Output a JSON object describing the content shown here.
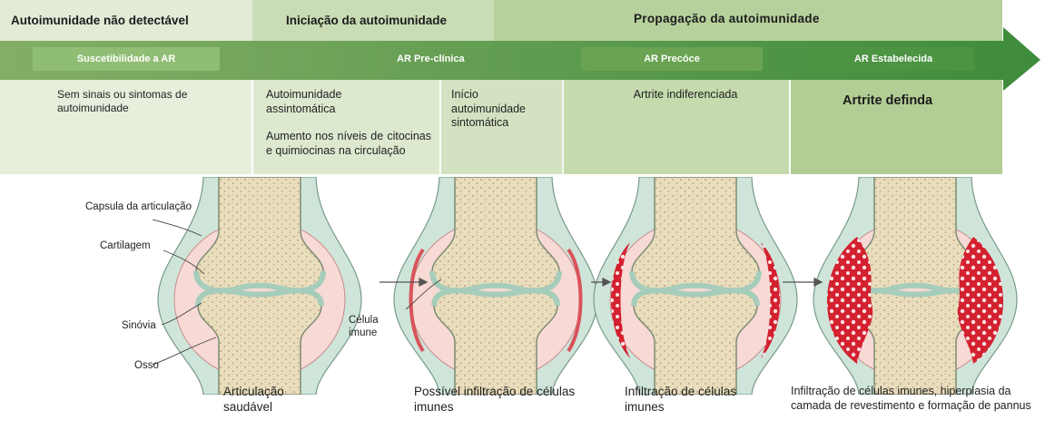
{
  "phases": {
    "undetectable": "Autoimunidade não detectável",
    "initiation": "Iniciação da autoimunidade",
    "propagation": "Propagação da autoimunidade"
  },
  "stages": {
    "susceptibility": "Suscetibilidade a AR",
    "preclinical": "AR Pre-clínica",
    "early": "AR Precóce",
    "established": "AR Estabelecida"
  },
  "descriptions": {
    "no_signs": "Sem sinais ou sintomas de autoimunidade",
    "asymptomatic": "Autoimunidade assintomática",
    "cytokines": "Aumento nos níveis de citocinas e quimiocinas na circulação",
    "symptomatic": "Início autoimunidade sintomática",
    "undifferentiated": "Artrite indiferenciada",
    "defined": "Artrite definda"
  },
  "anatomy_labels": {
    "capsule": "Capsula da articulação",
    "cartilage": "Cartilagem",
    "synovium": "Sinóvia",
    "bone": "Osso",
    "immune_cell": "Célula imune"
  },
  "captions": {
    "healthy": "Articulação saudável",
    "possible_infiltration": "Possível infiltração de células imunes",
    "infiltration": "Infiltração de células imunes",
    "hyperplasia": "Infiltração de células imunes, hiperplasia da camada de revestimento e formação de pannus"
  },
  "colors": {
    "band_light": "#e2ecd7",
    "band_mid": "#c6dab0",
    "arrow_start": "#80ab62",
    "arrow_end": "#3c8a3a",
    "capsule": "#cfe6dc",
    "bone": "#e8dcbc",
    "inflamed": "#d62030"
  }
}
